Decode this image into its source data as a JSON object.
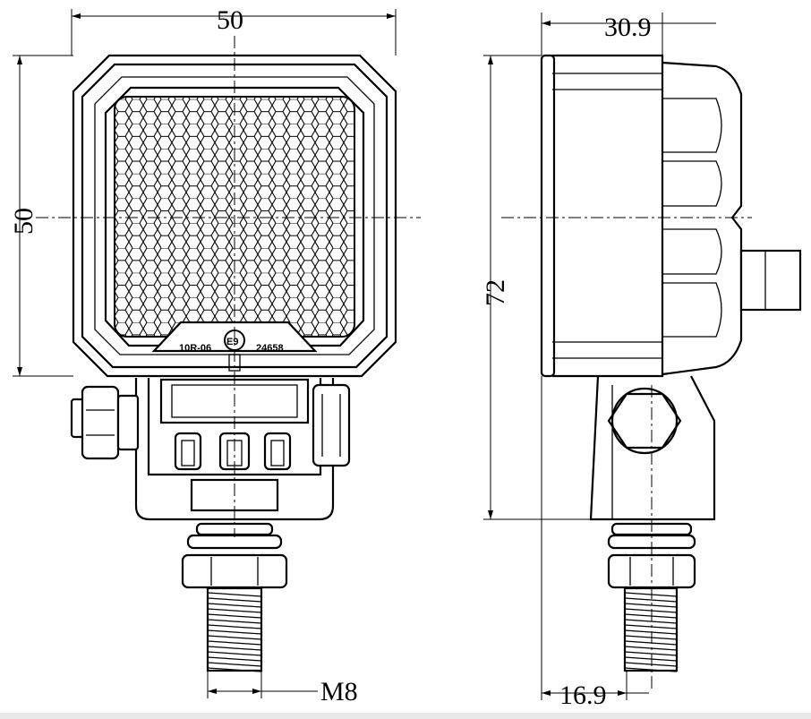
{
  "front_view": {
    "width_dim": "50",
    "height_dim": "50",
    "thread_dim": "M8",
    "markings": {
      "left": "10R-06",
      "approval": "E9",
      "right": "24658"
    }
  },
  "side_view": {
    "depth_dim": "30.9",
    "height_dim": "72",
    "bracket_offset_dim": "16.9"
  }
}
